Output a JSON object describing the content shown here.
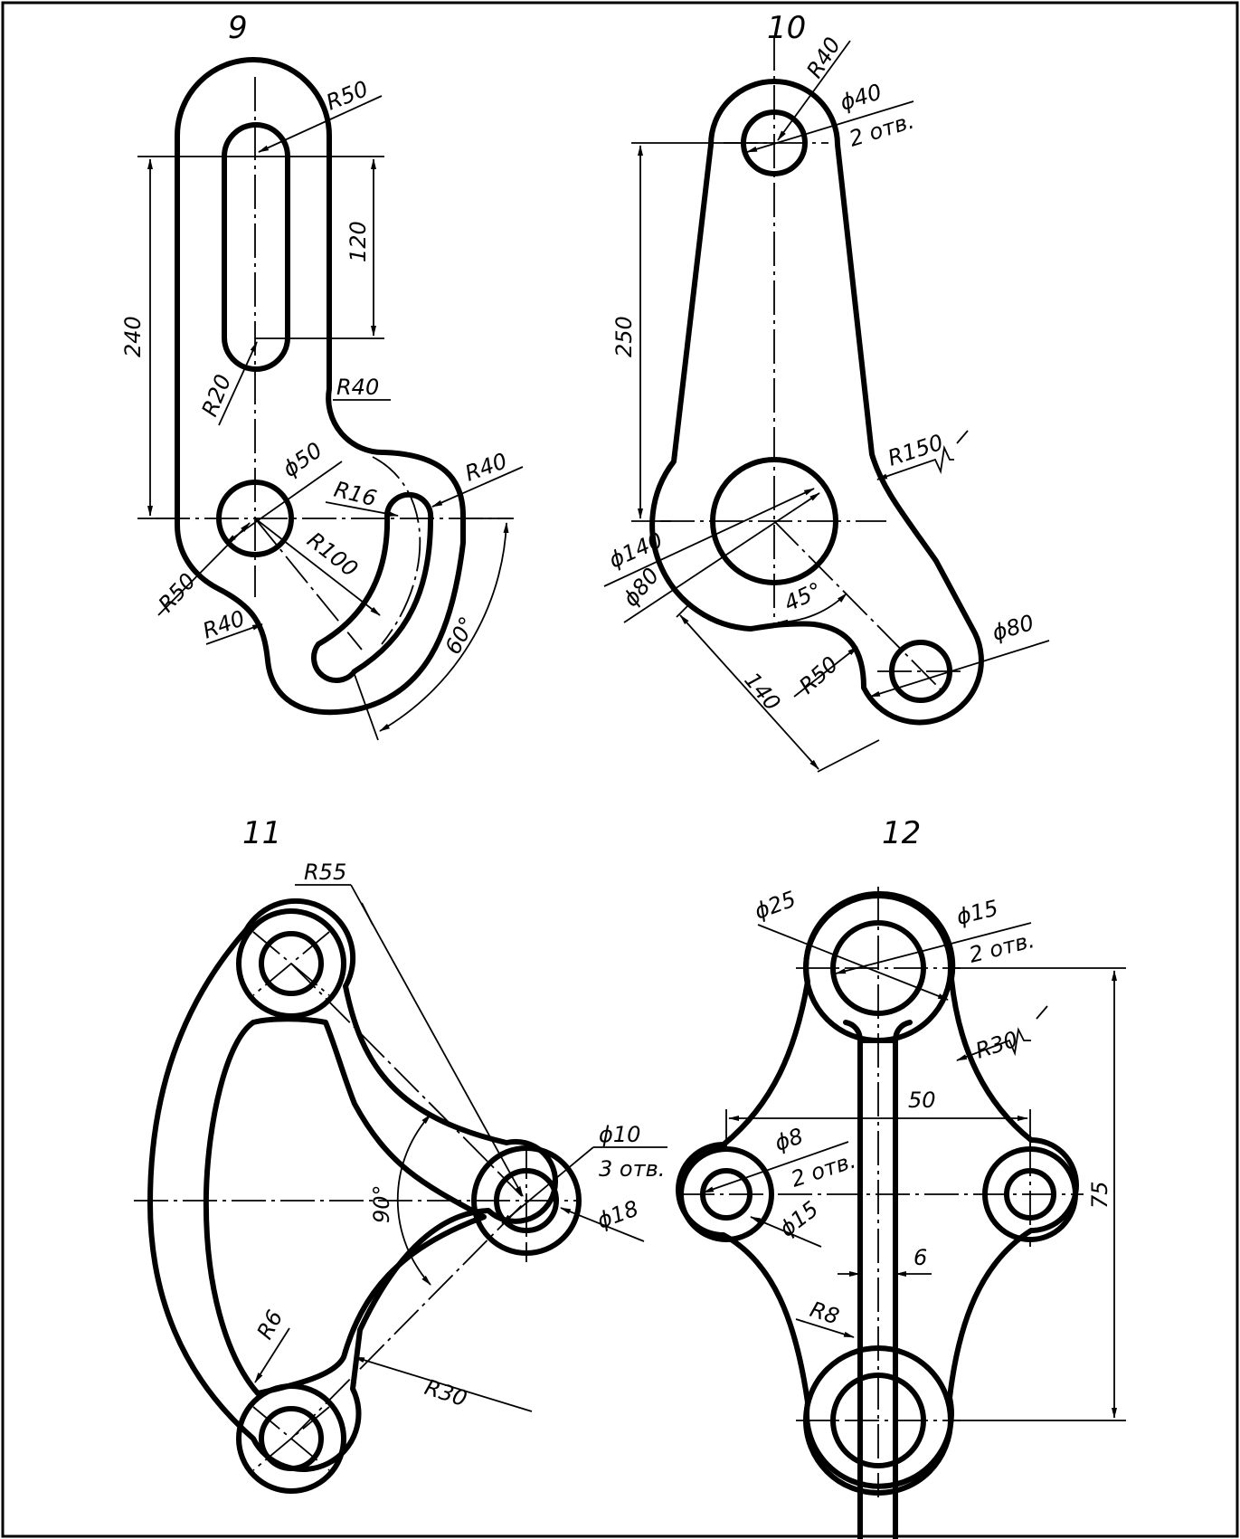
{
  "figures": [
    {
      "number": "9",
      "labels": {
        "r50_top": "R50",
        "d120": "120",
        "d240": "240",
        "r20": "R20",
        "r40_right": "R40",
        "d50": "ϕ50",
        "r16": "R16",
        "r40_far": "R40",
        "r100": "R100",
        "r50_left": "R50",
        "r40_left": "R40",
        "a60": "60°"
      }
    },
    {
      "number": "10",
      "labels": {
        "r40": "R40",
        "d40": "ϕ40",
        "holes": "2 отв.",
        "d250": "250",
        "r150": "R150",
        "d140": "ϕ140",
        "d80_left": "ϕ80",
        "a45": "45°",
        "d140_len": "140",
        "r50": "R50",
        "d80_right": "ϕ80"
      }
    },
    {
      "number": "11",
      "labels": {
        "r55": "R55",
        "d10": "ϕ10",
        "holes": "3 отв.",
        "d18": "ϕ18",
        "a90": "90°",
        "r6": "R6",
        "r30": "R30"
      }
    },
    {
      "number": "12",
      "labels": {
        "d25": "ϕ25",
        "d15_top": "ϕ15",
        "holes_top": "2 отв.",
        "r30": "R30",
        "d50": "50",
        "d8": "ϕ8",
        "holes_left": "2 отв.",
        "d15_left": "ϕ15",
        "d75": "75",
        "d6": "6",
        "r8": "R8"
      }
    }
  ]
}
